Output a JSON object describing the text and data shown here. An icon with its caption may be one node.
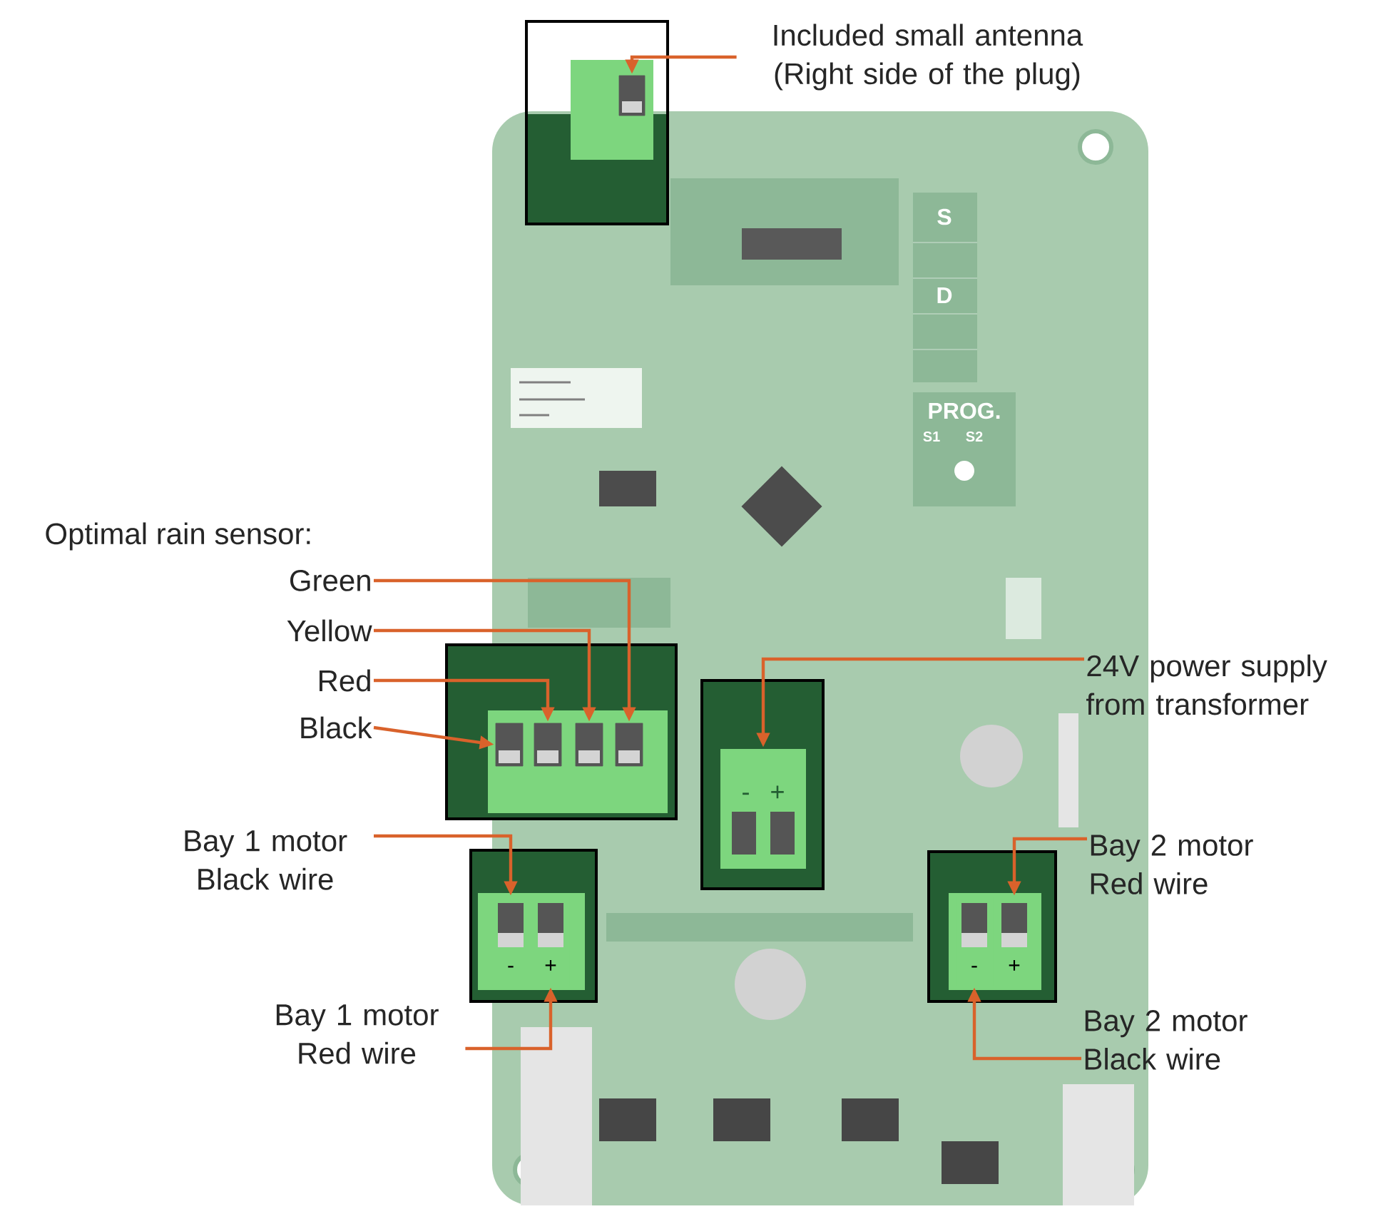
{
  "diagram": {
    "nodes": [
      {
        "text": [
          "Included small antenna (Right side of the plug)"
        ]
      },
      {
        "text": [],
        "shape": "box"
      },
      {
        "text": [
          "Green"
        ]
      },
      {
        "text": [
          "Yellow"
        ]
      },
      {
        "text": [
          "Red"
        ]
      },
      {
        "text": [
          "Black"
        ]
      },
      {
        "text": [],
        "shape": "box"
      },
      {
        "text": [],
        "shape": "box"
      },
      {
        "text": [],
        "shape": "box"
      },
      {
        "text": [],
        "shape": "box"
      },
      {
        "text": [
          "24V power supply from transformer"
        ]
      },
      {
        "text": [
          "-",
          "+"
        ]
      },
      {
        "text": [
          "Bay 1 motor Black wire"
        ]
      },
      {
        "text": [
          "Bay 1 motor Red wire"
        ]
      },
      {
        "text": [
          "-"
        ]
      },
      {
        "text": [
          "+"
        ]
      },
      {
        "text": [
          "Bay 2 motor Red wire"
        ]
      },
      {
        "text": [
          "Bay 2 motor Black wire"
        ]
      },
      {
        "text": [
          "-"
        ]
      },
      {
        "text": [
          "+"
        ]
      }
    ],
    "edges": [
      {
        "from": 0,
        "to": 1,
        "arrow": "to"
      },
      {
        "from": 2,
        "to": 9,
        "arrow": "to"
      },
      {
        "from": 3,
        "to": 8,
        "arrow": "to"
      },
      {
        "from": 4,
        "to": 7,
        "arrow": "to"
      },
      {
        "from": 5,
        "to": 6,
        "arrow": "to"
      },
      {
        "from": 10,
        "to": 11,
        "arrow": "to"
      },
      {
        "from": 12,
        "to": 14,
        "arrow": "to"
      },
      {
        "from": 13,
        "to": 15,
        "arrow": "to"
      },
      {
        "from": 16,
        "to": 19,
        "arrow": "to"
      },
      {
        "from": 17,
        "to": 18,
        "arrow": "to"
      }
    ],
    "labels": [
      "Optimal rain sensor:",
      "S",
      "D",
      "PROG.",
      "S1",
      "S2"
    ]
  }
}
